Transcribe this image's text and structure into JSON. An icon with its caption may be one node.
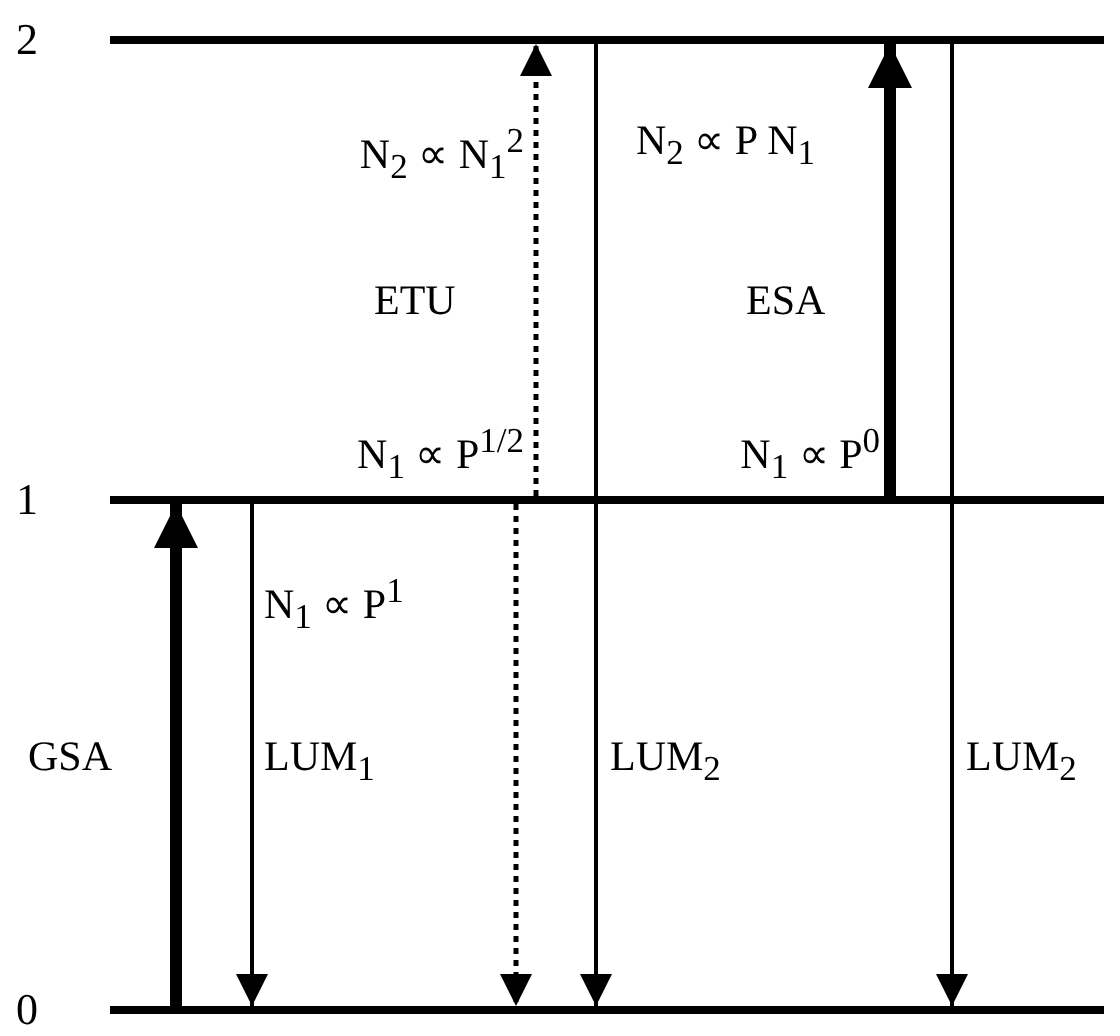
{
  "diagram": {
    "nodes": [
      {
        "text": [
          "2"
        ]
      },
      {
        "text": [
          "1"
        ]
      },
      {
        "text": [
          "0"
        ]
      }
    ],
    "edges": [
      {
        "from": 2,
        "to": 1,
        "arrow": "to",
        "label": "GSA",
        "style": "thick"
      },
      {
        "from": 1,
        "to": 2,
        "arrow": "to",
        "label": "LUM$_{1}$"
      },
      {
        "from": 1,
        "to": 0,
        "arrow": "to",
        "label": "ETU",
        "style": "dashed"
      },
      {
        "from": 1,
        "to": 2,
        "arrow": "to",
        "style": "dashed"
      },
      {
        "from": 0,
        "to": 2,
        "arrow": "to",
        "label": "LUM$_{2}$"
      },
      {
        "from": 1,
        "to": 0,
        "arrow": "to",
        "label": "ESA",
        "style": "thick"
      },
      {
        "from": 0,
        "to": 2,
        "arrow": "to",
        "label": "LUM$_{2}$"
      }
    ],
    "labels": [
      "N$_{2}$ ∝ N$_{1}$$^{2}$",
      "N$_{2}$ ∝ P N$_{1}$",
      "N$_{1}$ ∝ P$^{1/2}$",
      "N$_{1}$ ∝ P$^{0}$",
      "N$_{1}$ ∝ P$^{1}$"
    ]
  }
}
